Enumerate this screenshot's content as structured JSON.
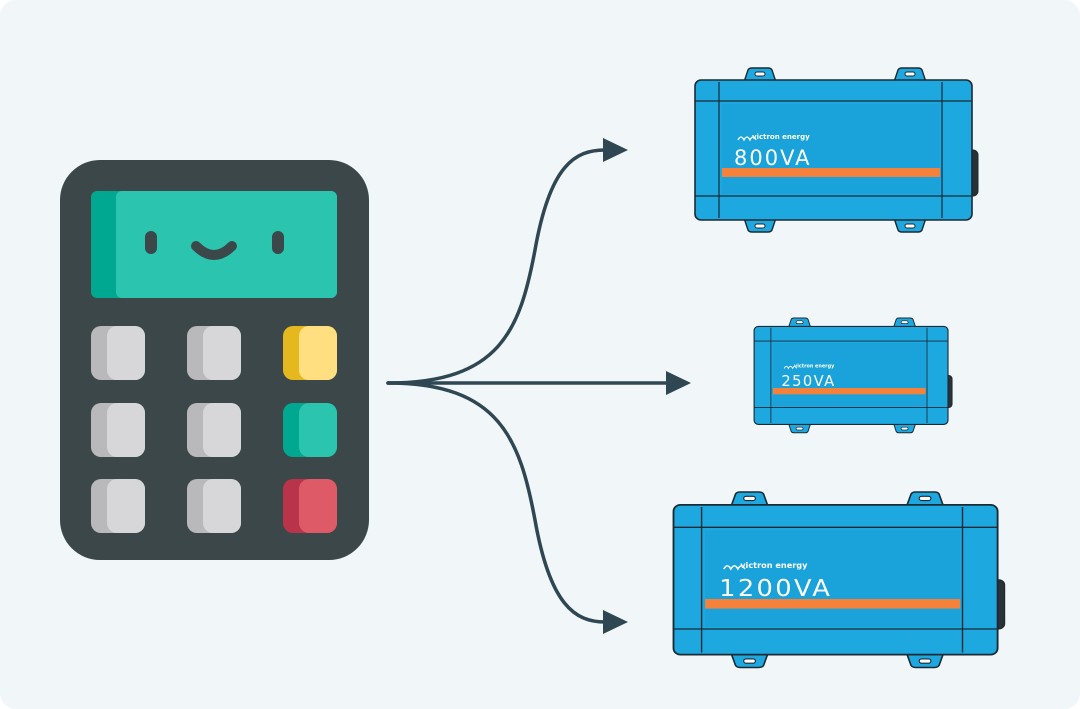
{
  "colors": {
    "background": "#f1f6f9",
    "calculator_body": "#3b4749",
    "screen": "#2bc4ae",
    "screen_shade": "#00a892",
    "key_light": "#d7d7d9",
    "key_shade": "#b9b9bb",
    "key_yellow": "#ffdf80",
    "key_teal": "#2bc4ae",
    "key_red": "#de5a66",
    "arrow": "#2e4753",
    "inverter_blue": "#1ea8e0",
    "inverter_stripe": "#f5813a"
  },
  "calculator": {
    "face": "smiley"
  },
  "inverters": [
    {
      "brand": "victron energy",
      "rating": "800VA"
    },
    {
      "brand": "victron energy",
      "rating": "250VA"
    },
    {
      "brand": "victron energy",
      "rating": "1200VA"
    }
  ]
}
